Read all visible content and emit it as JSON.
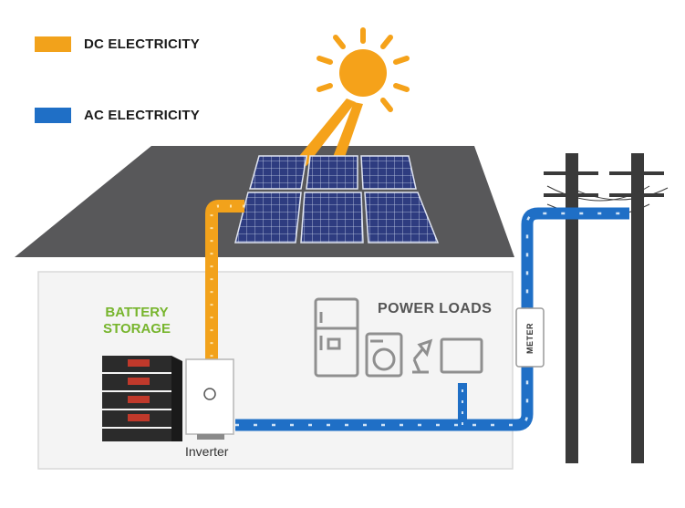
{
  "legend": {
    "dc_label": "DC ELECTRICITY",
    "ac_label": "AC ELECTRICITY"
  },
  "labels": {
    "battery_line1": "BATTERY",
    "battery_line2": "STORAGE",
    "power_loads": "POWER LOADS",
    "inverter": "Inverter",
    "meter": "METER"
  },
  "colors": {
    "dc": "#f2a21b",
    "ac": "#1f6fc6",
    "battery_accent": "#77b52d",
    "sun": "#f5a21a",
    "roof": "#5a5a5c",
    "panel": "#2d3a7a"
  }
}
